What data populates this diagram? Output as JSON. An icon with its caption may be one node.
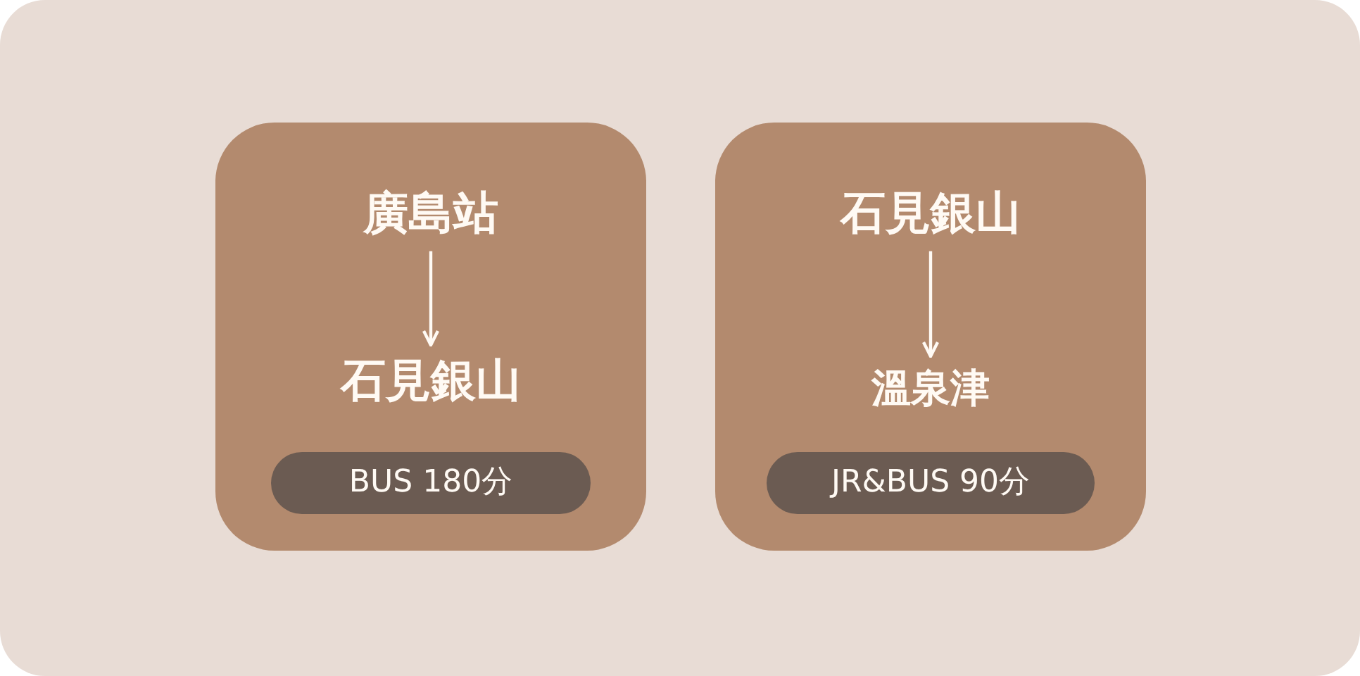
{
  "diagram": {
    "nodes": [
      {
        "text": [],
        "shape": "box"
      },
      {
        "text": [
          "廣島站"
        ],
        "in": 0
      },
      {
        "text": [
          "石見銀山"
        ],
        "in": 0
      },
      {
        "text": [
          "BUS 180分"
        ],
        "in": 0
      },
      {
        "text": [],
        "shape": "box"
      },
      {
        "text": [
          "石見銀山"
        ],
        "in": 4
      },
      {
        "text": [
          "溫泉津"
        ],
        "in": 4
      },
      {
        "text": [
          "JR&BUS 90分"
        ],
        "in": 4
      }
    ],
    "edges": [
      {
        "from": 1,
        "to": 2,
        "arrow": "to"
      },
      {
        "from": 5,
        "to": 6,
        "arrow": "to"
      }
    ]
  }
}
